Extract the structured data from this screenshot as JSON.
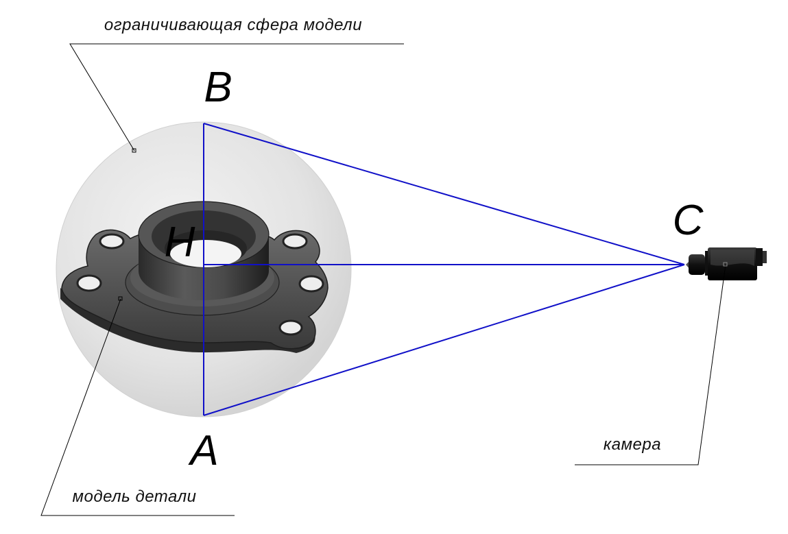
{
  "labels": {
    "sphere": "ограничивающая сфера модели",
    "model": "модель детали",
    "camera": "камера"
  },
  "points": {
    "B": "B",
    "A": "A",
    "C": "C",
    "H": "H"
  },
  "colors": {
    "rays": "#1010c8",
    "sphere_fill": "#e4e4e4",
    "model_dark": "#3a3a3a",
    "leader": "#000000"
  },
  "icons": {
    "camera": "video-camera-icon",
    "model": "flange-part-icon"
  }
}
